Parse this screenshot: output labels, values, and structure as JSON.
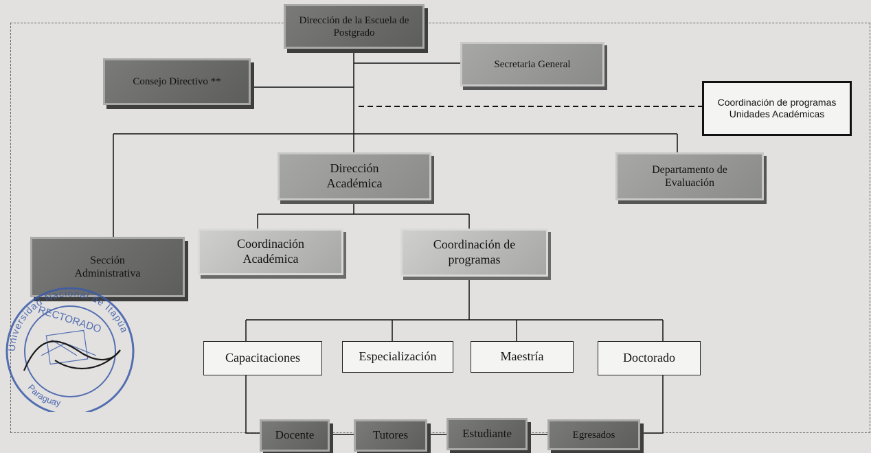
{
  "org_chart": {
    "direccion_escuela": "Dirección de la Escuela de Postgrado",
    "secretaria_general": "Secretaria General",
    "consejo_directivo": "Consejo Directivo **",
    "coordinacion_unidades": "Coordinación de programas Unidades Académicas",
    "direccion_academica": "Dirección Académica",
    "departamento_evaluacion": "Departamento de Evaluación",
    "seccion_administrativa": "Sección Administrativa",
    "coordinacion_academica": "Coordinación Académica",
    "coordinacion_programas": "Coordinación de programas",
    "capacitaciones": "Capacitaciones",
    "especializacion": "Especialización",
    "maestria": "Maestría",
    "doctorado": "Doctorado",
    "docente": "Docente",
    "tutores": "Tutores",
    "estudiante": "Estudiante",
    "egresados": "Egresados"
  },
  "stamp": {
    "text_outer": "Universidad Nacional de Itapúa",
    "text_inner": "RECTORADO",
    "text_bottom": "Paraguay"
  },
  "colors": {
    "background": "#e2e1e0",
    "dark_box": "#676866",
    "medium_box": "#999a98",
    "light_box": "#bdbdbb",
    "stamp_ink": "#3b5aa8"
  }
}
